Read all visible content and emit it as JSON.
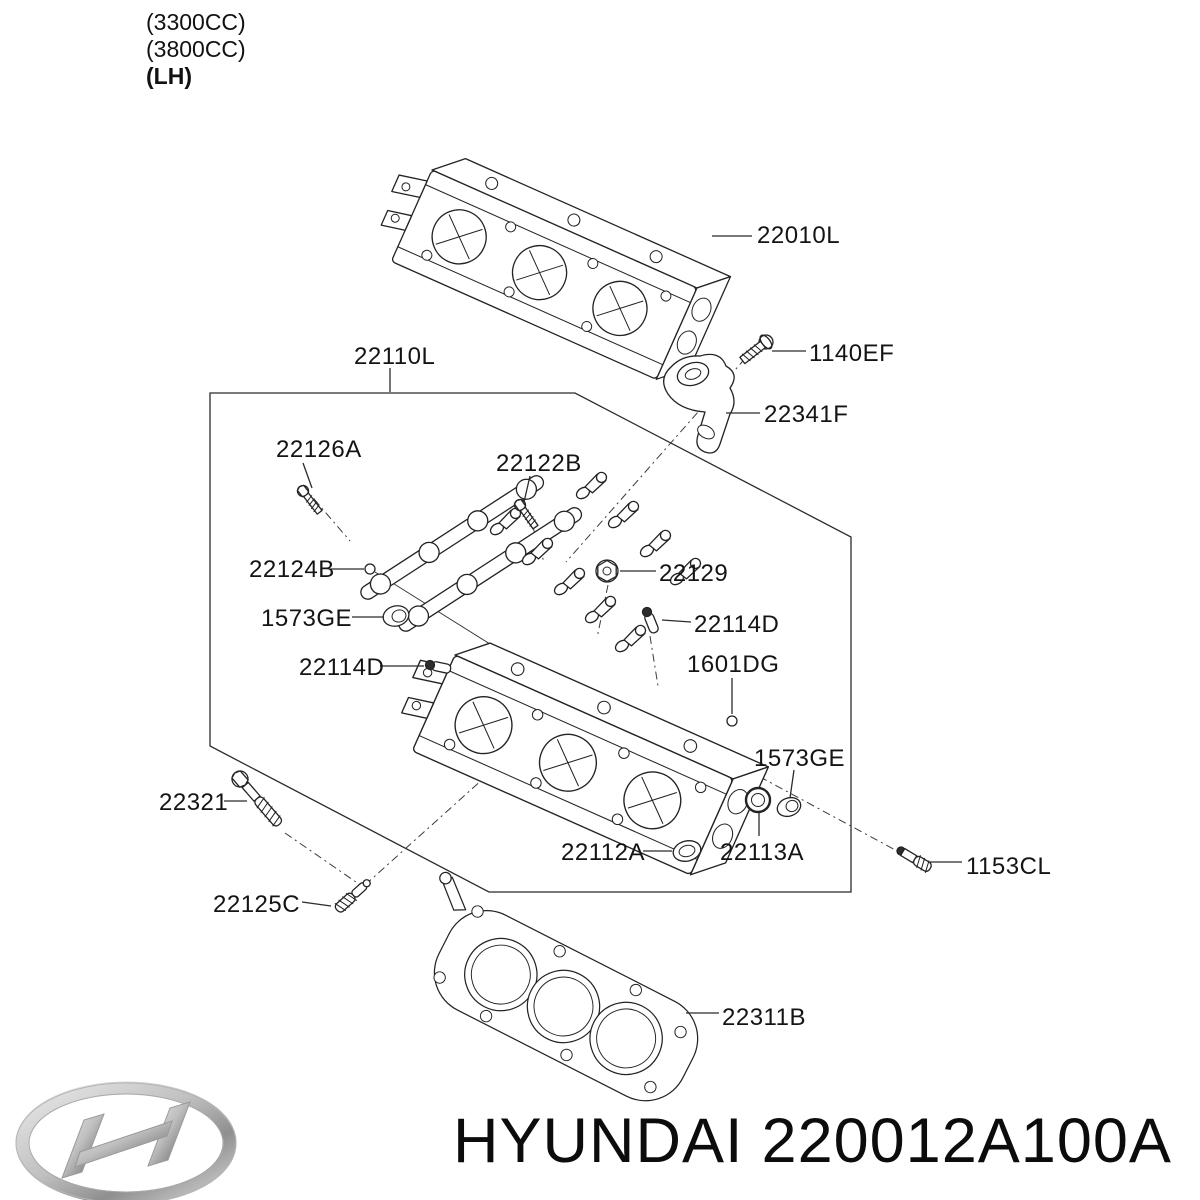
{
  "title_block": {
    "variants": [
      "(3300CC)",
      "(3800CC)"
    ],
    "position": "(LH)"
  },
  "callouts": [
    {
      "code": "22010L"
    },
    {
      "code": "22110L"
    },
    {
      "code": "1140EF"
    },
    {
      "code": "22341F"
    },
    {
      "code": "22126A"
    },
    {
      "code": "22122B"
    },
    {
      "code": "22124B"
    },
    {
      "code": "1573GE"
    },
    {
      "code": "22114D"
    },
    {
      "code": "22129"
    },
    {
      "code": "22114D"
    },
    {
      "code": "1601DG"
    },
    {
      "code": "1573GE"
    },
    {
      "code": "22321"
    },
    {
      "code": "22112A"
    },
    {
      "code": "22113A"
    },
    {
      "code": "1153CL"
    },
    {
      "code": "22125C"
    },
    {
      "code": "22311B"
    }
  ],
  "footer": {
    "brand": "HYUNDAI",
    "part_number": "220012A100A"
  },
  "logo": {
    "name": "hyundai-logo"
  }
}
